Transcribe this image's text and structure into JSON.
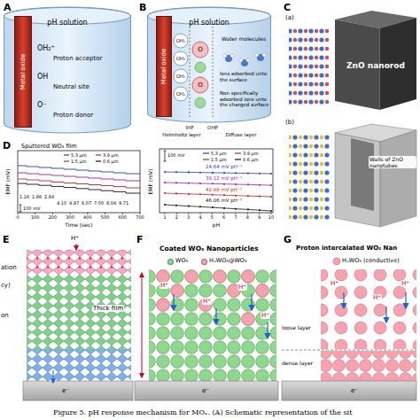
{
  "diagram": {
    "caption": "Figure 5. pH response mechanism for MOₓ. (A) Schematic representation of the sit",
    "nodes": [
      {
        "text": [
          "pH solution"
        ]
      },
      {
        "text": [
          "Metal oxide"
        ],
        "in": 0
      },
      {
        "text": [
          "pH solution"
        ]
      },
      {
        "text": [
          "Metal oxide"
        ],
        "in": 2
      },
      {
        "text": [
          "ZnO nanorod"
        ]
      }
    ],
    "labels": [
      "A",
      "OH₂⁺",
      "Proton acceptor",
      "OH",
      "Neutral site",
      "O⁻",
      "Proton donor",
      "B",
      "OH₂",
      "OH₂",
      "OH₂",
      "OH₂",
      "O",
      "O",
      "Water molecules",
      "Ions adsorbed unto the surface",
      "Non specifically adsorbed ions unto the charged surface",
      "IHP",
      "OHP",
      "Helmholtz layer",
      "Diffuse layer",
      "C",
      "(a)",
      "(b)",
      "Walls of ZnO nanotubes",
      "D",
      "Sputtered WO₃ film",
      "EMF (mV)",
      "Time (sec)",
      "0",
      "100",
      "200",
      "300",
      "400",
      "500",
      "600",
      "700",
      "1.16",
      "1.86",
      "2.84",
      "4.10",
      "4.97",
      "6.07",
      "7.00",
      "8.04",
      "9.71",
      "100 mV",
      "EMF (mV)",
      "pH",
      "1",
      "2",
      "3",
      "4",
      "5",
      "6",
      "7",
      "8",
      "9",
      "10",
      "24.64 mV pH⁻¹",
      "39.12 mV pH⁻¹",
      "42.98 mV pH⁻¹",
      "46.06 mV pH⁻¹",
      "100 mV",
      "E",
      "H⁺",
      "ation",
      "cy)",
      "Thick film",
      "on",
      "e⁻",
      "F",
      "Coated WO₃ Nanoparticles",
      "H⁺",
      "H⁺",
      "H⁺",
      "H⁺",
      "e⁻",
      "G",
      "Proton intercalated WO₃ Nan",
      "HₓWO₃ (conductive)",
      "loose layer",
      "dense layer",
      "H⁺",
      "H⁺",
      "H⁺",
      "e⁻"
    ],
    "legend": [
      {
        "text": "5.3 μm"
      },
      {
        "text": "3.9 μm"
      },
      {
        "text": "1.5 μm"
      },
      {
        "text": "0.6 μm"
      },
      {
        "text": "5.3 μm"
      },
      {
        "text": "3.9 μm"
      },
      {
        "text": "1.5 μm"
      },
      {
        "text": "0.6 μm"
      },
      {
        "text": "WO₃",
        "color": "#8fd68f"
      },
      {
        "text": "HₓWO₃@WO₃",
        "color": "#f5a3ae"
      }
    ]
  }
}
